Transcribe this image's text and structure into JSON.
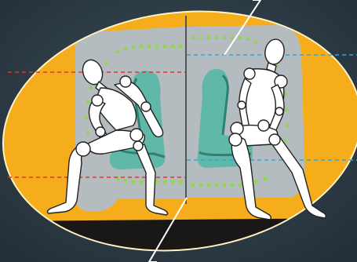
{
  "scene": {
    "description_tags": [
      "seat-ingress-comparison"
    ],
    "colors": {
      "background": "#2f3e48",
      "oval_fill": "#f6ad1b",
      "oval_border": "#fff2c8",
      "cabin_fill": "#b5bcc0",
      "ground": "#1a1816",
      "seat": "#5fb8a8",
      "seat_shadow": "#2f7f73",
      "mannequin": "#ffffff",
      "mannequin_stroke": "#222222",
      "marker_green": "#8ed84a",
      "guide_red": "#e3342f",
      "guide_blue": "#29a8e0"
    },
    "panels": [
      {
        "side": "left",
        "guide_color": "red",
        "pose": "entering-seat"
      },
      {
        "side": "right",
        "guide_color": "blue",
        "pose": "seated-legs-out"
      }
    ]
  }
}
